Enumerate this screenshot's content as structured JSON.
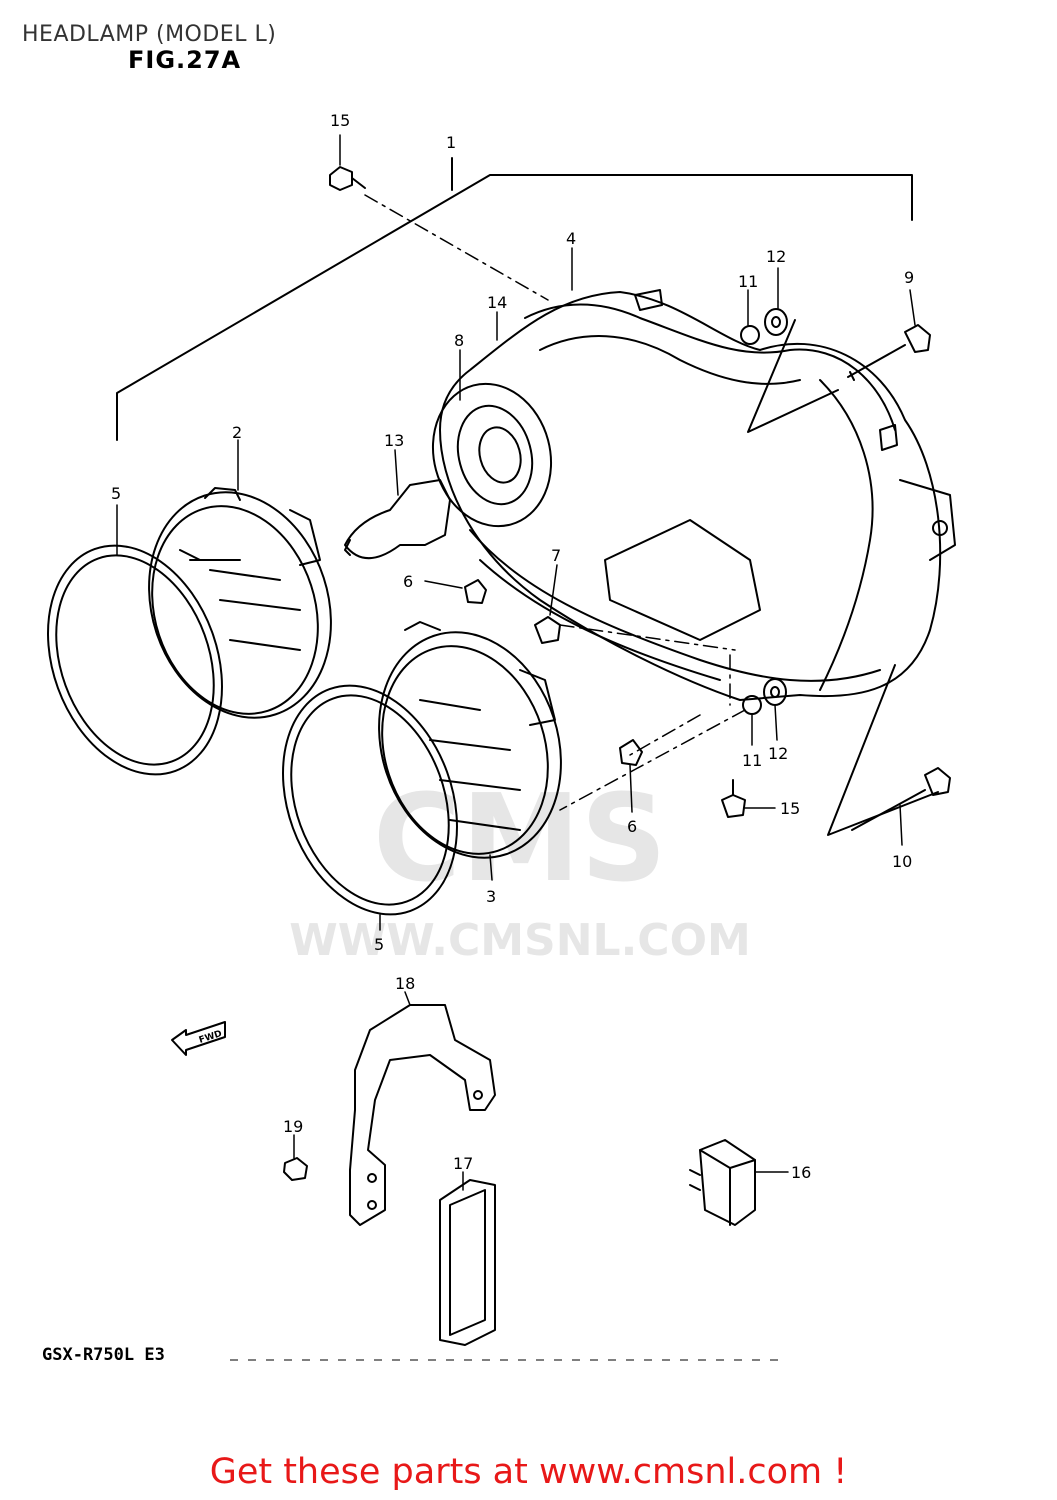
{
  "page": {
    "title": "HEADLAMP (MODEL L)",
    "figure": "FIG.27A",
    "model_code": "GSX-R750L  E3",
    "cta": "Get these parts at www.cmsnl.com !"
  },
  "watermark": {
    "brand": "CMS",
    "url": "WWW.CMSNL.COM"
  },
  "fwd_label": "FWD",
  "callouts": [
    {
      "id": "c15a",
      "number": "15"
    },
    {
      "id": "c1",
      "number": "1"
    },
    {
      "id": "c4",
      "number": "4"
    },
    {
      "id": "c12a",
      "number": "12"
    },
    {
      "id": "c11a",
      "number": "11"
    },
    {
      "id": "c9",
      "number": "9"
    },
    {
      "id": "c14",
      "number": "14"
    },
    {
      "id": "c8",
      "number": "8"
    },
    {
      "id": "c2",
      "number": "2"
    },
    {
      "id": "c13",
      "number": "13"
    },
    {
      "id": "c5a",
      "number": "5"
    },
    {
      "id": "c6a",
      "number": "6"
    },
    {
      "id": "c7",
      "number": "7"
    },
    {
      "id": "c11b",
      "number": "11"
    },
    {
      "id": "c12b",
      "number": "12"
    },
    {
      "id": "c15b",
      "number": "15"
    },
    {
      "id": "c6b",
      "number": "6"
    },
    {
      "id": "c10",
      "number": "10"
    },
    {
      "id": "c3",
      "number": "3"
    },
    {
      "id": "c5b",
      "number": "5"
    },
    {
      "id": "c18",
      "number": "18"
    },
    {
      "id": "c19",
      "number": "19"
    },
    {
      "id": "c17",
      "number": "17"
    },
    {
      "id": "c16",
      "number": "16"
    }
  ]
}
